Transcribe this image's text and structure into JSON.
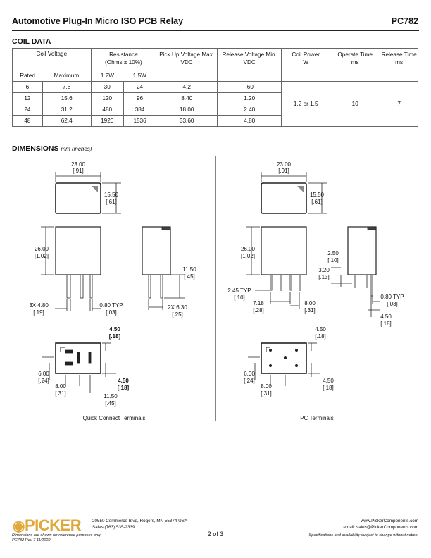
{
  "header": {
    "title": "Automotive Plug-In Micro ISO PCB Relay",
    "part_number": "PC782"
  },
  "coil": {
    "section_title": "COIL DATA",
    "headers": {
      "coil_voltage": "Coil Voltage",
      "resistance": "Resistance",
      "resistance_sub": "(Ohms ± 10%)",
      "pickup": "Pick Up Voltage Max.",
      "pickup_unit": "VDC",
      "release": "Release Voltage Min.",
      "release_unit": "VDC",
      "power": "Coil Power",
      "power_unit": "W",
      "operate": "Operate Time",
      "operate_unit": "ms",
      "release_time": "Release Time",
      "release_time_unit": "ms",
      "rated": "Rated",
      "maximum": "Maximum",
      "r12": "1.2W",
      "r15": "1.5W"
    },
    "rows": [
      [
        "6",
        "7.8",
        "30",
        "24",
        "4.2",
        ".60"
      ],
      [
        "12",
        "15.6",
        "120",
        "96",
        "8.40",
        "1.20"
      ],
      [
        "24",
        "31.2",
        "480",
        "384",
        "18.00",
        "2.40"
      ],
      [
        "48",
        "62.4",
        "1920",
        "1536",
        "33.60",
        "4.80"
      ]
    ],
    "coil_power": "1.2 or 1.5",
    "operate_time": "10",
    "release_time": "7"
  },
  "dimensions": {
    "section_title": "DIMENSIONS",
    "units_note": "mm (inches)",
    "qc": {
      "top_width": "23.00",
      "top_width_in": "[.91]",
      "top_depth": "15.50",
      "top_depth_in": "[.61]",
      "height": "26.00",
      "height_in": "[1.02]",
      "pin_len": "11.50",
      "pin_len_in": "[.45]",
      "pin_w": "3X 4.80",
      "pin_w_in": "[.19]",
      "pin_t": "0.80 TYP",
      "pin_t_in": "[.03]",
      "pin_w2": "2X 6.30",
      "pin_w2_in": "[.25]",
      "b_top": "4.50",
      "b_top_in": "[.18]",
      "b_left": "6.00",
      "b_left_in": "[.24]",
      "b_right": "4.50",
      "b_right_in": "[.18]",
      "b_mid": "8.00",
      "b_mid_in": "[.31]",
      "b_bot": "11.50",
      "b_bot_in": "[.45]",
      "caption": "Quick Connect Terminals"
    },
    "pc": {
      "top_width": "23.00",
      "top_width_in": "[.91]",
      "top_depth": "15.50",
      "top_depth_in": "[.61]",
      "height": "26.00",
      "height_in": "[1.02]",
      "d250": "2.50",
      "d250_in": "[.10]",
      "d320": "3.20",
      "d320_in": "[.13]",
      "d245": "2.45 TYP",
      "d245_in": "[.10]",
      "d718": "7.18",
      "d718_in": "[.28]",
      "d800": "8.00",
      "d800_in": "[.31]",
      "d080": "0.80 TYP",
      "d080_in": "[.03]",
      "d450": "4.50",
      "d450_in": "[.18]",
      "b_top": "4.50",
      "b_top_in": "[.18]",
      "b_left": "6.00",
      "b_left_in": "[.24]",
      "b_right": "4.50",
      "b_right_in": "[.18]",
      "b_mid": "8.00",
      "b_mid_in": "[.31]",
      "caption": "PC Terminals"
    }
  },
  "footer": {
    "logo": "PICKER",
    "address1": "20550 Commerce Blvd, Rogers, MN 55374 USA",
    "address2": "Sales (763) 535-2339",
    "website": "www.PickerComponents.com",
    "email": "email: sales@PickerComponents.com",
    "page": "2 of 3",
    "disclaimer1": "Dimensions are shown for reference purposes only.",
    "disclaimer2": "PC782 Rev 7 11/2022",
    "spec_note": "Specifications and availability subject to change without notice."
  }
}
